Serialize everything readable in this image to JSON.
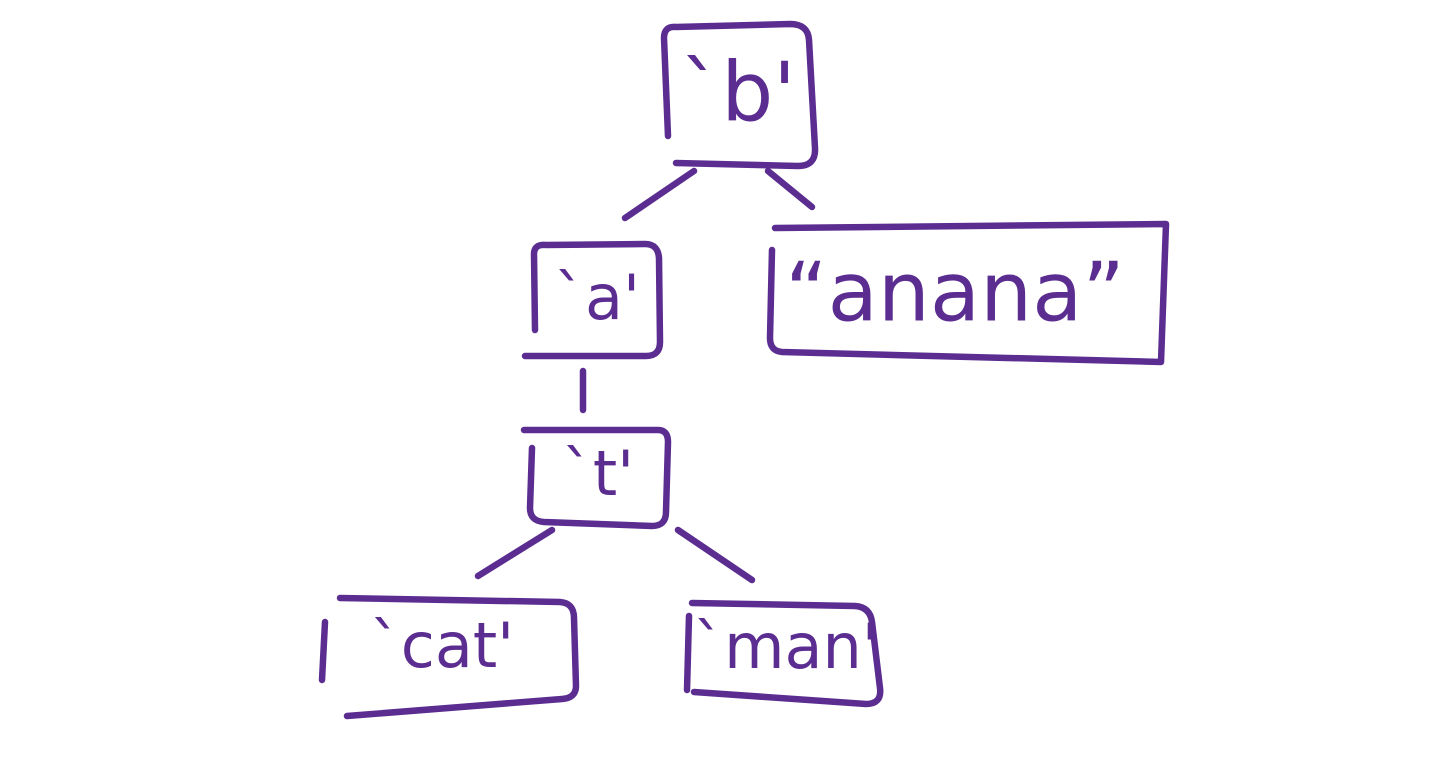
{
  "colors": {
    "ink": "#5b2d91",
    "background": "#ffffff"
  },
  "tree": {
    "root": {
      "label": "`b'"
    },
    "a_node": {
      "label": "`a'"
    },
    "anana_leaf": {
      "label": "“anana”"
    },
    "t_node": {
      "label": "`t'"
    },
    "cat_leaf": {
      "label": "`cat'"
    },
    "man_leaf": {
      "label": "`man'"
    }
  }
}
